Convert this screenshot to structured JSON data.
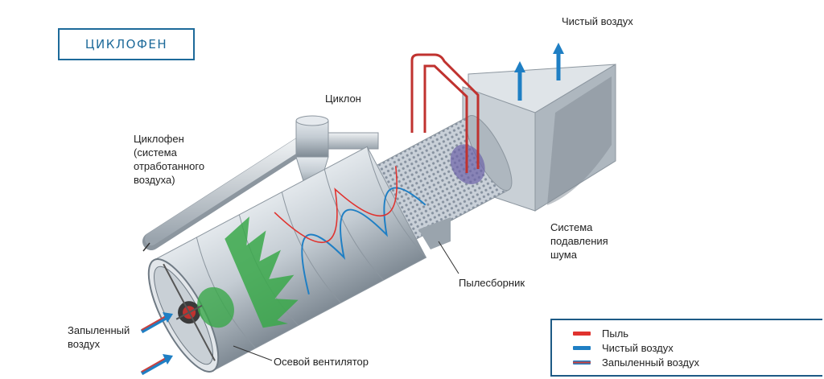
{
  "title": "ЦИКЛОФЕН",
  "labels": {
    "clean_air_out": "Чистый воздух",
    "cyclone": "Циклон",
    "cyclofen_system": [
      "Циклофен",
      "(система",
      "отработанного",
      "воздуха)"
    ],
    "noise_system": [
      "Система",
      "подавления",
      "шума"
    ],
    "dust_collector": "Пылесборник",
    "dusty_air_in": [
      "Запыленный",
      "воздух"
    ],
    "axial_fan": "Осевой вентилятор"
  },
  "legend": [
    {
      "label": "Пыль",
      "color": "#e0322e"
    },
    {
      "label": "Чистый воздух",
      "color": "#1f7fc4"
    },
    {
      "label": "Запыленный воздух",
      "color": "#c8413f"
    }
  ],
  "colors": {
    "accent": "#1d6a9a",
    "rail": "#c0322f",
    "fan": "#3aa84a",
    "metal": "#b9c3cc"
  }
}
